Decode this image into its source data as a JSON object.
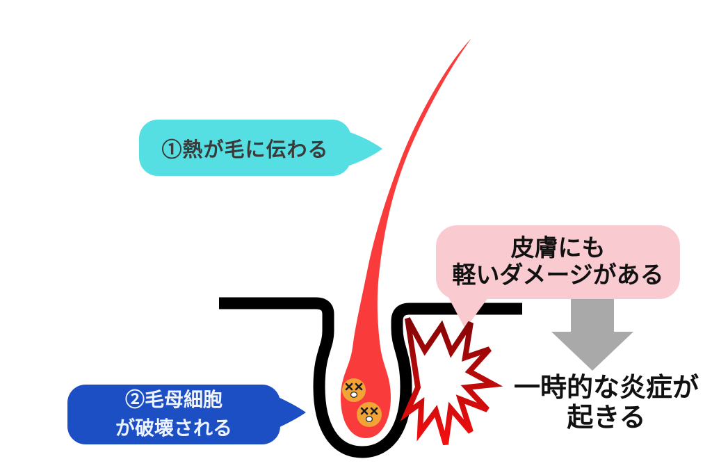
{
  "bubbles": {
    "heat": {
      "text": "①熱が毛に伝わる",
      "fill": "#55DFE2",
      "text_color": "#3A3A3A"
    },
    "matrix": {
      "line1": "②毛母細胞",
      "line2": "が破壊される",
      "fill": "#1C4EC4",
      "text_color": "#EEF4FF"
    },
    "skin_damage": {
      "line1": "皮膚にも",
      "line2": "軽いダメージがある",
      "fill": "#F9CBD1",
      "text_color": "#111111"
    }
  },
  "result": {
    "line1": "一時的な炎症が",
    "line2": "起きる",
    "text_color": "#111111"
  },
  "graphics": {
    "background": "#FFFFFF",
    "hair_color": "#F93B3B",
    "outline_color": "#000000",
    "arrow_color": "#A9A9A9",
    "cell_color": "#F1A336",
    "cell_face_color": "#1B1B1B",
    "burst_fill": "#FFFFFF",
    "burst_top_color": "#7C0405",
    "burst_bottom_color": "#FA1010"
  }
}
